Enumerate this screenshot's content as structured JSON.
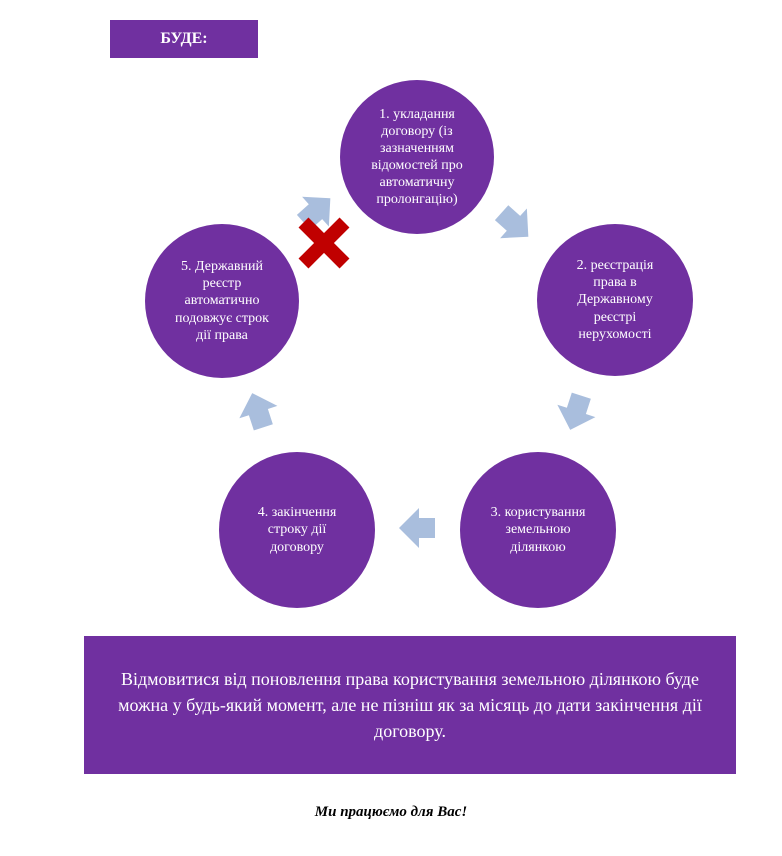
{
  "header": {
    "badge": "БУДЕ:"
  },
  "cycle": [
    {
      "label": "1. укладання договору (із зазначенням відомостей про автоматичну пролонгацію)"
    },
    {
      "label": "2. реєстрація права в Державному реєстрі нерухомості"
    },
    {
      "label": "3. користування земельною ділянкою"
    },
    {
      "label": "4. закінчення строку дії договору"
    },
    {
      "label": "5. Державний реєстр автоматично подовжує строк дії права"
    }
  ],
  "colors": {
    "node": "#7030a0",
    "arrow": "#a9bedd",
    "cross": "#c00000"
  },
  "note": "Відмовитися від поновлення права користування земельною ділянкою буде можна у будь-який момент, але не пізніш як за місяць до дати закінчення дії договору.",
  "footer": "Ми працюємо для Вас!"
}
